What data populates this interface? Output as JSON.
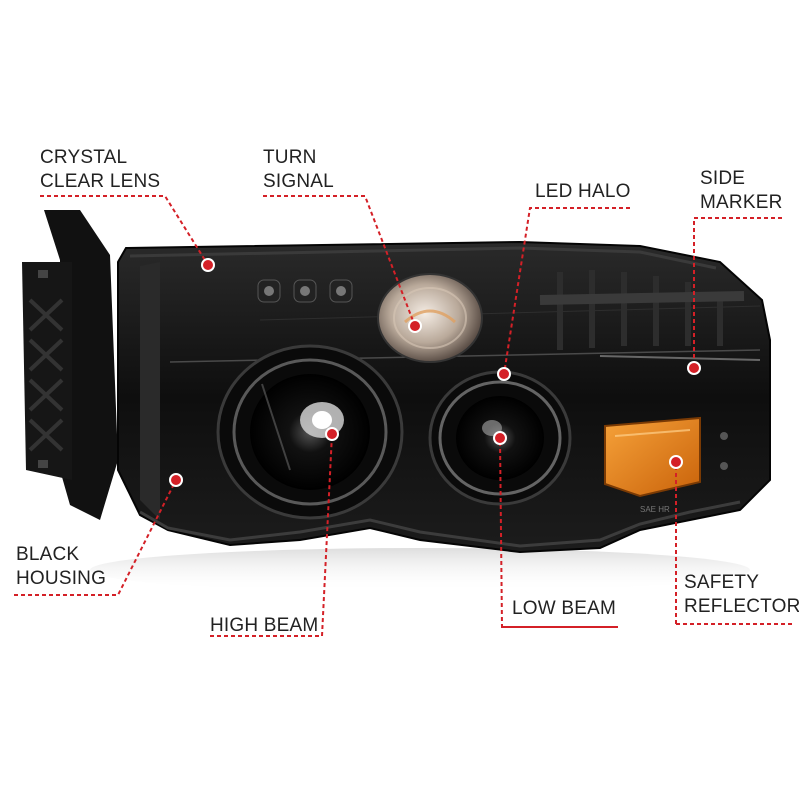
{
  "callouts": [
    {
      "id": "crystal-clear-lens",
      "lines": [
        "CRYSTAL",
        "CLEAR LENS"
      ]
    },
    {
      "id": "turn-signal",
      "lines": [
        "TURN",
        "SIGNAL"
      ]
    },
    {
      "id": "led-halo",
      "lines": [
        "LED HALO"
      ]
    },
    {
      "id": "side-marker",
      "lines": [
        "SIDE",
        "MARKER"
      ]
    },
    {
      "id": "black-housing",
      "lines": [
        "BLACK",
        "HOUSING"
      ]
    },
    {
      "id": "high-beam",
      "lines": [
        "HIGH BEAM"
      ]
    },
    {
      "id": "low-beam",
      "lines": [
        "LOW BEAM"
      ]
    },
    {
      "id": "safety-reflector",
      "lines": [
        "SAFETY",
        "REFLECTOR"
      ]
    }
  ],
  "headlight_marking": "SAE HR",
  "colors": {
    "accent": "#d42027",
    "housing": "#0d0d0d",
    "amber": "#e8820c",
    "text": "#222222"
  }
}
